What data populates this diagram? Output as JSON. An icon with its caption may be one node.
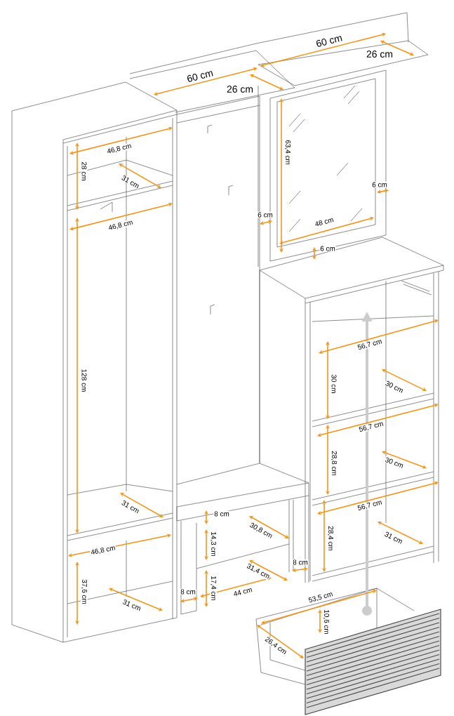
{
  "diagram": {
    "labels": [
      "60 cm",
      "26 cm",
      "60 cm",
      "26 cm",
      "46,8 cm",
      "28 cm",
      "63,4 cm",
      "31 cm",
      "6 cm",
      "6 cm",
      "46,8 cm",
      "48 cm",
      "6 cm",
      "56,7 cm",
      "30 cm",
      "30 cm",
      "128 cm",
      "56,7 cm",
      "28,8 cm",
      "30 cm",
      "31 cm",
      "56,7 cm",
      "8 cm",
      "14,3 cm",
      "30,8 cm",
      "28,4 cm",
      "31 cm",
      "46,8 cm",
      "31,4 cm",
      "8 cm",
      "8 cm",
      "17,4 cm",
      "44 cm",
      "37,6 cm",
      "31 cm",
      "53,5 cm",
      "10,6 cm",
      "26,4 cm"
    ]
  }
}
